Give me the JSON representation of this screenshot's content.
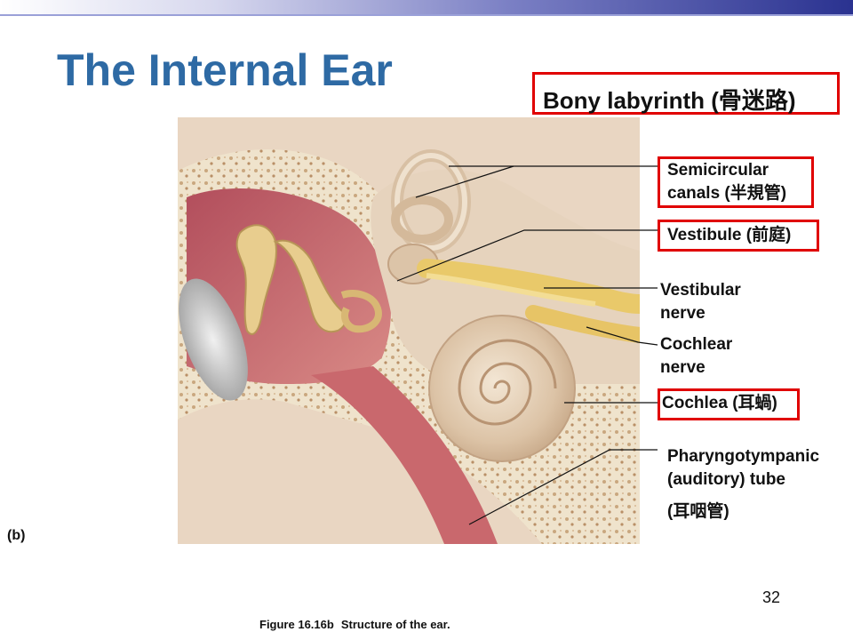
{
  "slide": {
    "title": "The Internal Ear",
    "heading": "Bony labyrinth (骨迷路)",
    "panel_label": "(b)",
    "page_number": "32",
    "figure_ref": "Figure 16.16b",
    "figure_caption": "Structure of the ear."
  },
  "labels": {
    "semicircular_line1": "Semicircular",
    "semicircular_line2": "canals (半規管)",
    "vestibule": "Vestibule (前庭)",
    "vestibular_nerve_line1": "Vestibular",
    "vestibular_nerve_line2": "nerve",
    "cochlear_nerve_line1": "Cochlear",
    "cochlear_nerve_line2": "nerve",
    "cochlea": "Cochlea (耳蝸)",
    "pharyngo_line1": "Pharyngotympanic",
    "pharyngo_line2": "(auditory) tube",
    "pharyngo_line3": "(耳咽管)"
  },
  "colors": {
    "title": "#2e6aa4",
    "highlight_box": "#e00000",
    "top_bar": "#2a3290"
  }
}
